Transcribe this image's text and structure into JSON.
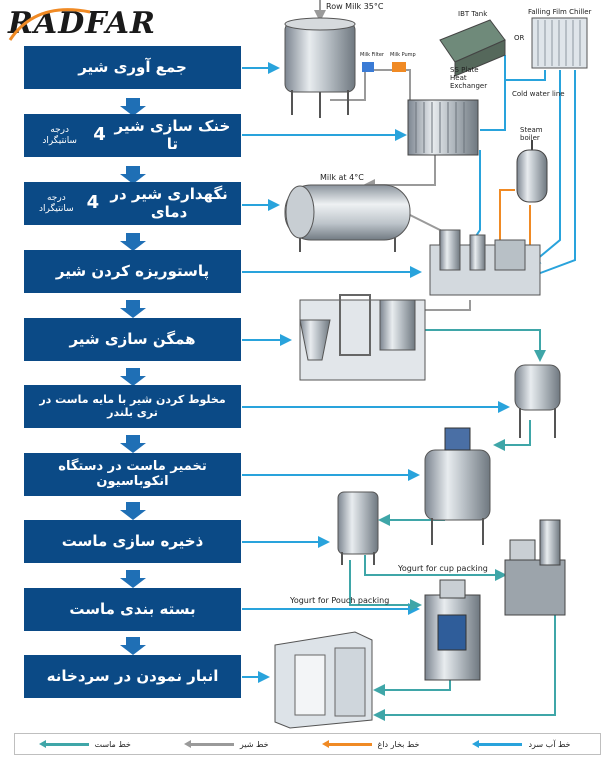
{
  "logo": {
    "text": "RADFAR"
  },
  "steps": [
    {
      "text": "جمع آوری شیر"
    },
    {
      "text": "خنک سازی شیر تا",
      "num": "4",
      "small": "درجه سانتیگراد"
    },
    {
      "text": "نگهداری شیر در دمای",
      "num": "4",
      "small": "درجه سانتیگراد"
    },
    {
      "text": "پاستوریزه کردن شیر"
    },
    {
      "text": "همگن سازی شیر"
    },
    {
      "text": "مخلوط کردن شیر با مایه ماست در تری بلندر"
    },
    {
      "text": "تخمیر ماست در دستگاه انکوباسیون"
    },
    {
      "text": "ذخیره سازی ماست"
    },
    {
      "text": "بسته بندی ماست"
    },
    {
      "text": "انبار نمودن در سردخانه"
    }
  ],
  "labels": {
    "row_milk": "Row Milk 35°C",
    "ibt_tank": "IBT Tank",
    "chiller": "Falling Film Chiller",
    "or": "OR",
    "milk_filter": "Milk Filter",
    "milk_pump": "Milk Pump",
    "ss_plate": "SS Plate",
    "heat": "Heat",
    "exchanger": "Exchanger",
    "cold_water_line": "Cold water line",
    "steam": "Steam",
    "boiler": "boiler",
    "milk_at_4": "Milk at 4°C",
    "yogurt_cup": "Yogurt  for cup packing",
    "yogurt_pouch": "Yogurt  for Pouch packing"
  },
  "legend": [
    {
      "label": "خط آب سرد",
      "color": "#29a3dc"
    },
    {
      "label": "خط بخار داغ",
      "color": "#f08a24"
    },
    {
      "label": "خط شیر",
      "color": "#9a9a9a"
    },
    {
      "label": "خط ماست",
      "color": "#3fa6a8"
    }
  ]
}
